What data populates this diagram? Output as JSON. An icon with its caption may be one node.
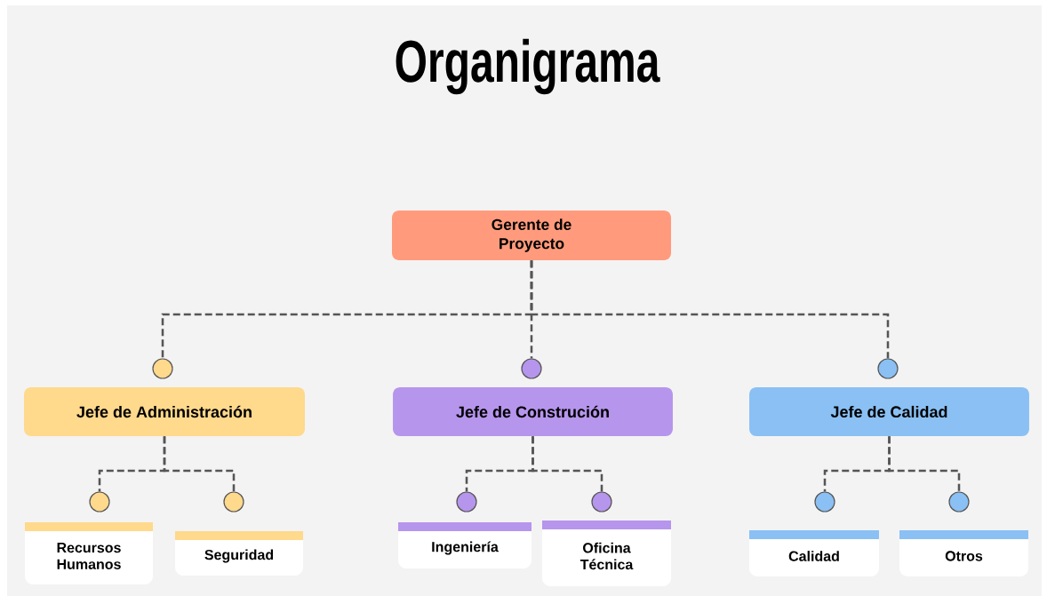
{
  "diagram": {
    "title": "Organigrama",
    "nodes": [
      {
        "text": [
          "Gerente de Proyecto"
        ]
      },
      {
        "text": [],
        "shape": "circle"
      },
      {
        "text": [],
        "shape": "circle"
      },
      {
        "text": [],
        "shape": "circle"
      },
      {
        "text": [
          "Jefe de Administración"
        ]
      },
      {
        "text": [
          "Jefe de Construción"
        ]
      },
      {
        "text": [
          "Jefe de Calidad"
        ]
      },
      {
        "text": [],
        "shape": "circle"
      },
      {
        "text": [],
        "shape": "circle"
      },
      {
        "text": [],
        "shape": "circle"
      },
      {
        "text": [],
        "shape": "circle"
      },
      {
        "text": [],
        "shape": "circle"
      },
      {
        "text": [],
        "shape": "circle"
      },
      {
        "text": [
          "Recursos Humanos"
        ]
      },
      {
        "text": [
          "Seguridad"
        ]
      },
      {
        "text": [
          "Ingeniería"
        ]
      },
      {
        "text": [
          "Oficina Técnica"
        ]
      },
      {
        "text": [
          "Calidad"
        ]
      },
      {
        "text": [
          "Otros"
        ]
      }
    ],
    "edges": [
      {
        "from": 0,
        "to": 1,
        "arrow": "none",
        "style": "dashed"
      },
      {
        "from": 0,
        "to": 2,
        "arrow": "none",
        "style": "dashed"
      },
      {
        "from": 0,
        "to": 3,
        "arrow": "none",
        "style": "dashed"
      },
      {
        "from": 4,
        "to": 7,
        "arrow": "none",
        "style": "dashed"
      },
      {
        "from": 4,
        "to": 8,
        "arrow": "none",
        "style": "dashed"
      },
      {
        "from": 5,
        "to": 9,
        "arrow": "none",
        "style": "dashed"
      },
      {
        "from": 5,
        "to": 10,
        "arrow": "none",
        "style": "dashed"
      },
      {
        "from": 6,
        "to": 11,
        "arrow": "none",
        "style": "dashed"
      },
      {
        "from": 6,
        "to": 12,
        "arrow": "none",
        "style": "dashed"
      }
    ]
  }
}
